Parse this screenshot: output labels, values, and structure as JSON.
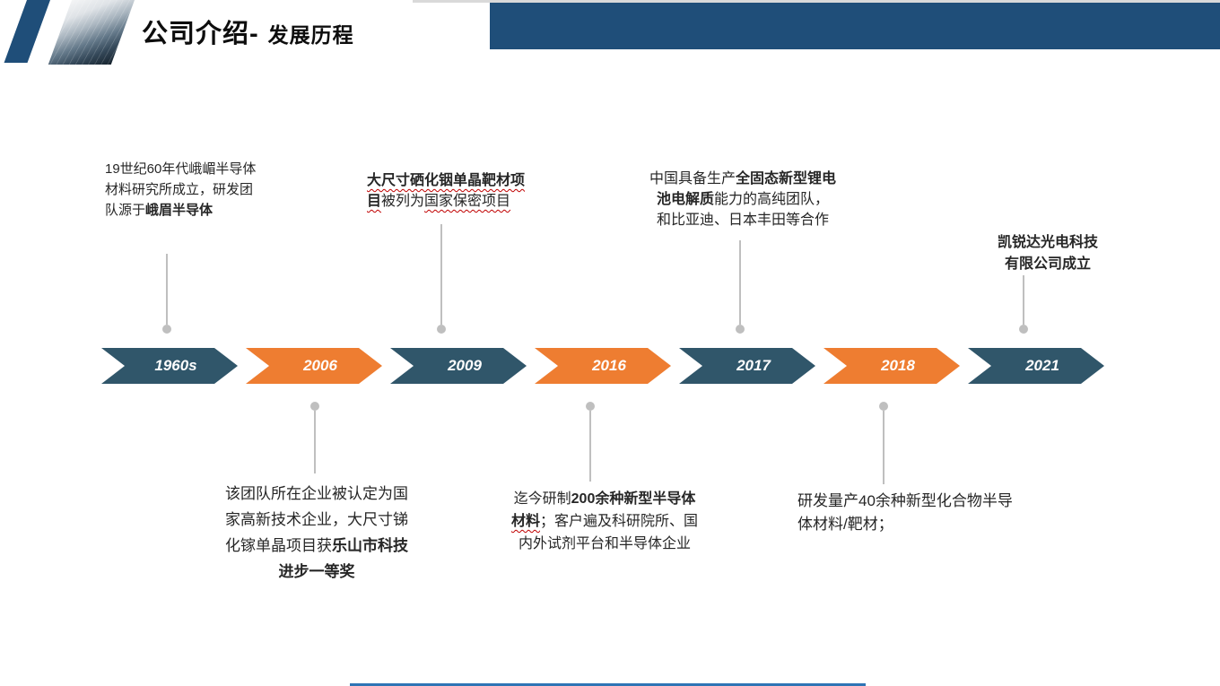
{
  "header": {
    "title_main": "公司介绍-",
    "title_sub": "发展历程"
  },
  "timeline": {
    "years": [
      {
        "label": "1960s",
        "color": "#30566A"
      },
      {
        "label": "2006",
        "color": "#EE7D31"
      },
      {
        "label": "2009",
        "color": "#30566A"
      },
      {
        "label": "2016",
        "color": "#EE7D31"
      },
      {
        "label": "2017",
        "color": "#30566A"
      },
      {
        "label": "2018",
        "color": "#EE7D31"
      },
      {
        "label": "2021",
        "color": "#30566A"
      }
    ]
  },
  "milestones": {
    "y1960s": {
      "position": "top",
      "runs": [
        {
          "t": "19世纪60年代峨嵋半导体"
        },
        {
          "br": true
        },
        {
          "t": "材料研究所成立，研发团"
        },
        {
          "br": true
        },
        {
          "t": "队源于"
        },
        {
          "t": "峨眉半导体",
          "b": true
        }
      ]
    },
    "y2009": {
      "position": "top",
      "runs": [
        {
          "t": "大尺寸硒化铟单晶靶材项",
          "b": true,
          "sq": true
        },
        {
          "br": true
        },
        {
          "t": "目",
          "b": true,
          "sq": true
        },
        {
          "t": "被列为"
        },
        {
          "t": "国家保密项目",
          "sq": true
        }
      ]
    },
    "y2017": {
      "position": "top",
      "runs": [
        {
          "t": "中国具备生产"
        },
        {
          "t": "全固态新型锂电",
          "b": true
        },
        {
          "br": true
        },
        {
          "t": "池电解质",
          "b": true
        },
        {
          "t": "能力的高纯团队，"
        },
        {
          "br": true
        },
        {
          "t": "和比亚迪、日本丰田等合作"
        }
      ]
    },
    "y2021": {
      "position": "top",
      "runs": [
        {
          "t": "凯锐达光电科技",
          "b": true
        },
        {
          "br": true
        },
        {
          "t": "有限公司成立",
          "b": true
        }
      ]
    },
    "y2006": {
      "position": "bottom",
      "runs": [
        {
          "t": "该团队所在企业被认定为国"
        },
        {
          "br": true
        },
        {
          "t": "家高新技术企业，大尺寸锑"
        },
        {
          "br": true
        },
        {
          "t": "化镓单晶项目获"
        },
        {
          "t": "乐山市科技",
          "b": true
        },
        {
          "br": true
        },
        {
          "t": "进步一等奖",
          "b": true
        }
      ]
    },
    "y2016": {
      "position": "bottom",
      "runs": [
        {
          "t": "迄今研制"
        },
        {
          "t": "200余种新型半导体",
          "b": true
        },
        {
          "br": true
        },
        {
          "t": "材料",
          "b": true,
          "sq": true
        },
        {
          "t": "；客户遍及科研院所、国"
        },
        {
          "br": true
        },
        {
          "t": "内外试剂平台和半导体企业"
        }
      ]
    },
    "y2018": {
      "position": "bottom",
      "runs": [
        {
          "t": "研发量产40余种新型化合物半导"
        },
        {
          "br": true
        },
        {
          "t": "体材料/靶材；"
        }
      ]
    }
  },
  "colors": {
    "accent_dark": "#30566A",
    "accent_orange": "#EE7D31",
    "header_bar_blue": "#1F4E79",
    "header_stripe_blue": "#1F4E79",
    "top_gray_line": "#D9D9D9",
    "connector_gray": "#BFBFBF",
    "squiggle_red": "#C00000",
    "body_text": "#262626",
    "bottom_line_blue": "#2E74B5"
  }
}
